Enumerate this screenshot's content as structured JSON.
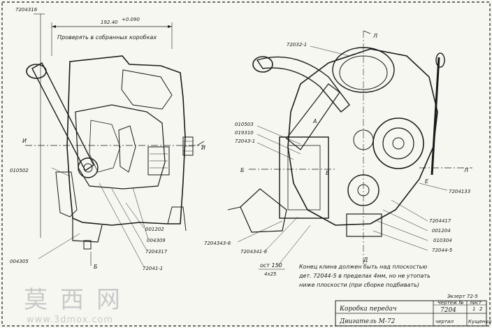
{
  "callouts_left": {
    "top_id": "7204316",
    "dim_main": "192.40",
    "dim_tol": "+0.090",
    "note_check": "Проверять в собранных коробках",
    "p010502": "010502",
    "p004305": "004305",
    "p001202": "001202",
    "p004309": "004309",
    "p7204317": "7204317",
    "p72041_1": "72041-1",
    "sec_u_left": "И",
    "sec_u_right": "И",
    "arrow_b": "Б"
  },
  "callouts_right": {
    "p72032_1": "72032-1",
    "sec_l": "Л",
    "p010503": "010503",
    "p019310": "019310",
    "p72043_1": "72043-1",
    "sec_b_left": "Б",
    "sec_b_right": "Б",
    "sec_a": "А",
    "sec_e": "Е",
    "p7204133": "7204133",
    "p7204417": "7204417",
    "p001204": "001204",
    "p010304": "010304",
    "p72044_5": "72044-5",
    "p7204343_6": "7204343-6",
    "p7204341_6": "7204341-6",
    "ost_num": "ост 150",
    "ost_sub": "4х25",
    "sec_d": "Д",
    "sec_l_bottom": "Л"
  },
  "notes": {
    "line1": "Конец клина должен быть над плоскостью",
    "line2": "дет. 72044-5 в пределах 4мм, но не утопать",
    "line3": "ниже плоскости (при сборке подбивать)"
  },
  "title_block": {
    "format_note": "Экзерт 72-5",
    "header_drawing": "Чертеж №",
    "header_sheet": "лист",
    "part_name": "Коробка передач",
    "drawing_number": "7204",
    "sheet_number": "1",
    "sheets_total": "2",
    "engine_name": "Двигатель М-72",
    "drawing_label": "чертил",
    "signature": "Кущенко"
  },
  "watermark": {
    "text": "莫西网",
    "url": "www.3dmox.com"
  }
}
